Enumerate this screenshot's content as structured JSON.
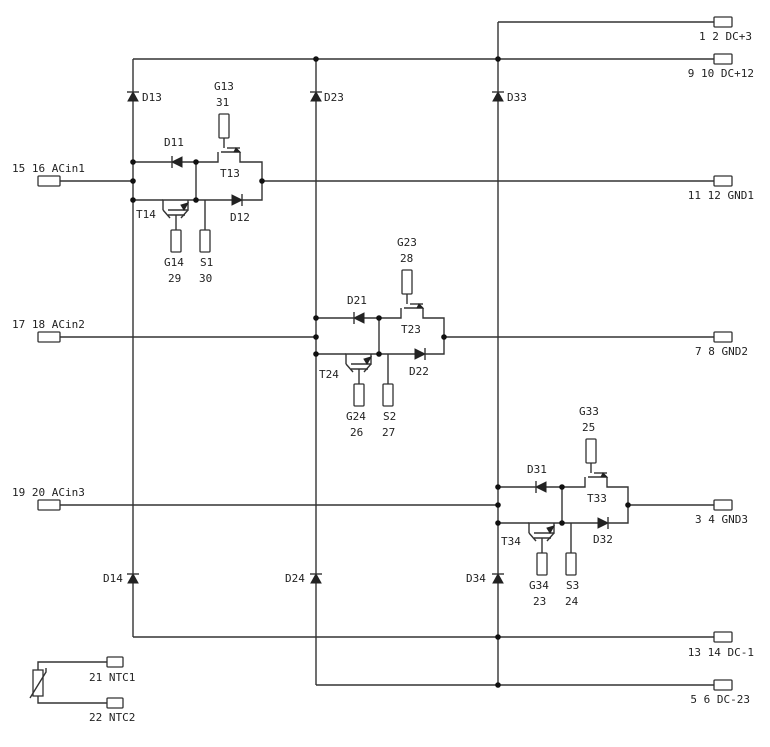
{
  "colors": {
    "wire": "#333333",
    "text": "#222222",
    "background": "#ffffff"
  },
  "connectors": {
    "dc_plus3": "1 2 DC+3",
    "dc_plus12": "9 10 DC+12",
    "gnd1": "11 12 GND1",
    "gnd2": "7 8 GND2",
    "gnd3": "3 4 GND3",
    "dc_minus1": "13 14 DC-1",
    "dc_minus23": "5 6 DC-23",
    "acin1": "15 16 ACin1",
    "acin2": "17 18 ACin2",
    "acin3": "19 20 ACin3",
    "ntc1": "21 NTC1",
    "ntc2": "22 NTC2"
  },
  "phase1": {
    "d_top": "D13",
    "d_bottom": "D14",
    "d_left": "D11",
    "d_right": "D12",
    "t_top": "T13",
    "t_bottom": "T14",
    "g_top": "G13",
    "g_top_pin": "31",
    "g_bottom": "G14",
    "g_bottom_pin": "29",
    "s": "S1",
    "s_pin": "30"
  },
  "phase2": {
    "d_top": "D23",
    "d_bottom": "D24",
    "d_left": "D21",
    "d_right": "D22",
    "t_top": "T23",
    "t_bottom": "T24",
    "g_top": "G23",
    "g_top_pin": "28",
    "g_bottom": "G24",
    "g_bottom_pin": "26",
    "s": "S2",
    "s_pin": "27"
  },
  "phase3": {
    "d_top": "D33",
    "d_bottom": "D34",
    "d_left": "D31",
    "d_right": "D32",
    "t_top": "T33",
    "t_bottom": "T34",
    "g_top": "G33",
    "g_top_pin": "25",
    "g_bottom": "G34",
    "g_bottom_pin": "23",
    "s": "S3",
    "s_pin": "24"
  }
}
